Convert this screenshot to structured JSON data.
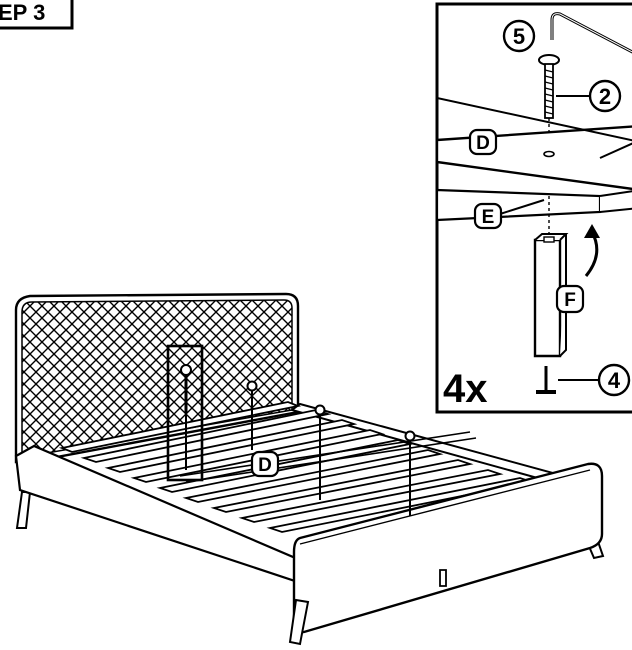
{
  "step_label": "EP 3",
  "multiplier": "4x",
  "parts": {
    "bed_slats_label": "D",
    "detail_rail_label": "D",
    "detail_slat_label": "E",
    "leg_label": "F",
    "bolt_label": "2",
    "foot_glide_label": "4",
    "allen_key_label": "5"
  }
}
